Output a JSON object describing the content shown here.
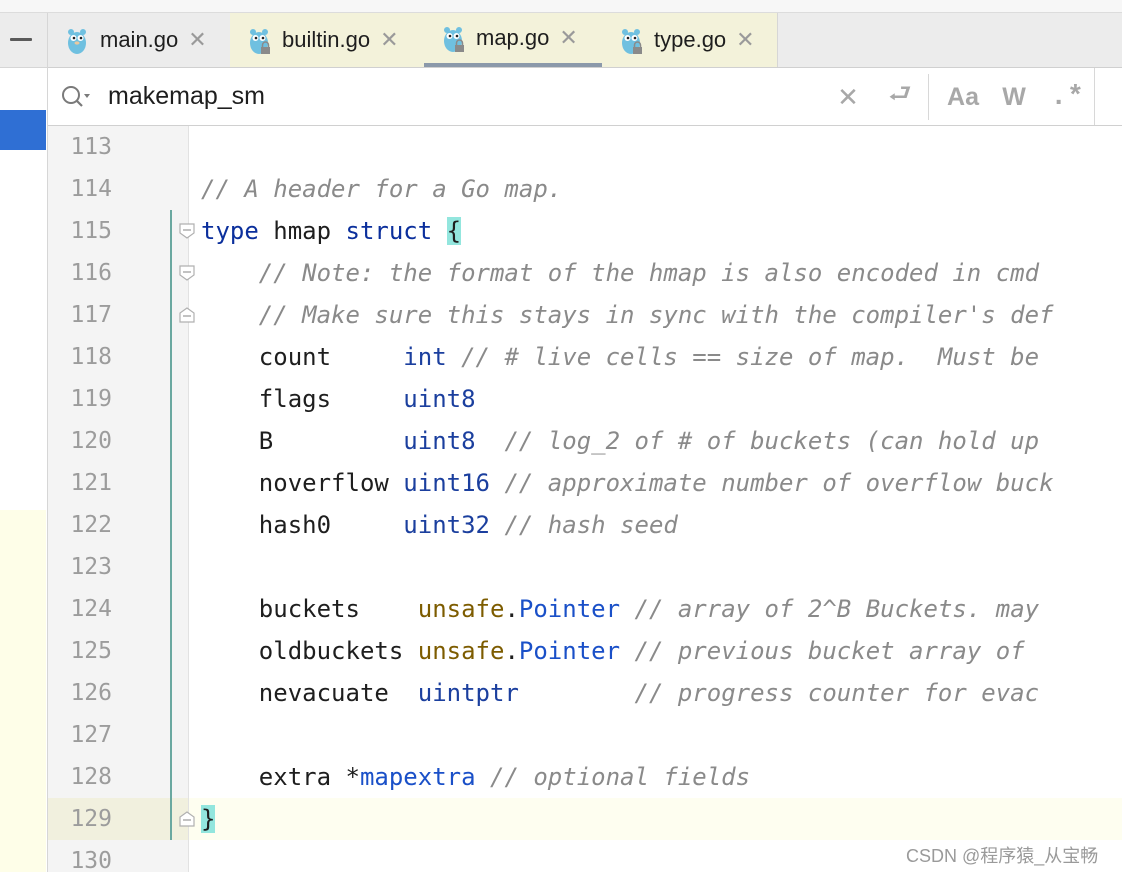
{
  "tabs": [
    {
      "label": "main.go",
      "close": "✕",
      "active": false
    },
    {
      "label": "builtin.go",
      "close": "✕",
      "active": false
    },
    {
      "label": "map.go",
      "close": "✕",
      "active": true
    },
    {
      "label": "type.go",
      "close": "✕",
      "active": false
    }
  ],
  "search": {
    "value": "makemap_sm",
    "clear_glyph": "✕",
    "wrap_glyph": "⮐",
    "case_label": "Aa",
    "word_label": "W",
    "regex_label": ".*"
  },
  "editor": {
    "lines": [
      {
        "num": "113"
      },
      {
        "num": "114",
        "comment": "// A header for a Go map."
      },
      {
        "num": "115",
        "kw1": "type",
        "name": " hmap ",
        "kw2": "struct",
        "brace": "{"
      },
      {
        "num": "116",
        "indent": "    ",
        "comment": "// Note: the format of the hmap is also encoded in cmd"
      },
      {
        "num": "117",
        "indent": "    ",
        "comment": "// Make sure this stays in sync with the compiler's def"
      },
      {
        "num": "118",
        "field": "    count     ",
        "type": "int",
        "comment": " // # live cells == size of map.  Must be"
      },
      {
        "num": "119",
        "field": "    flags     ",
        "type": "uint8"
      },
      {
        "num": "120",
        "field": "    B         ",
        "type": "uint8",
        "comment": "  // log_2 of # of buckets (can hold up"
      },
      {
        "num": "121",
        "field": "    noverflow ",
        "type": "uint16",
        "comment": " // approximate number of overflow buck"
      },
      {
        "num": "122",
        "field": "    hash0     ",
        "type": "uint32",
        "comment": " // hash seed"
      },
      {
        "num": "123"
      },
      {
        "num": "124",
        "field": "    buckets    ",
        "pkg": "unsafe",
        "dot": ".",
        "ident": "Pointer",
        "comment": " // array of 2^B Buckets. may"
      },
      {
        "num": "125",
        "field": "    oldbuckets ",
        "pkg": "unsafe",
        "dot": ".",
        "ident": "Pointer",
        "comment": " // previous bucket array of"
      },
      {
        "num": "126",
        "field": "    nevacuate  ",
        "type": "uintptr",
        "pad": "        ",
        "comment": "// progress counter for evac"
      },
      {
        "num": "127"
      },
      {
        "num": "128",
        "field": "    extra *",
        "ident": "mapextra",
        "comment": " // optional fields"
      },
      {
        "num": "129",
        "brace": "}"
      },
      {
        "num": "130"
      }
    ]
  },
  "watermark": "CSDN @程序猿_从宝畅"
}
